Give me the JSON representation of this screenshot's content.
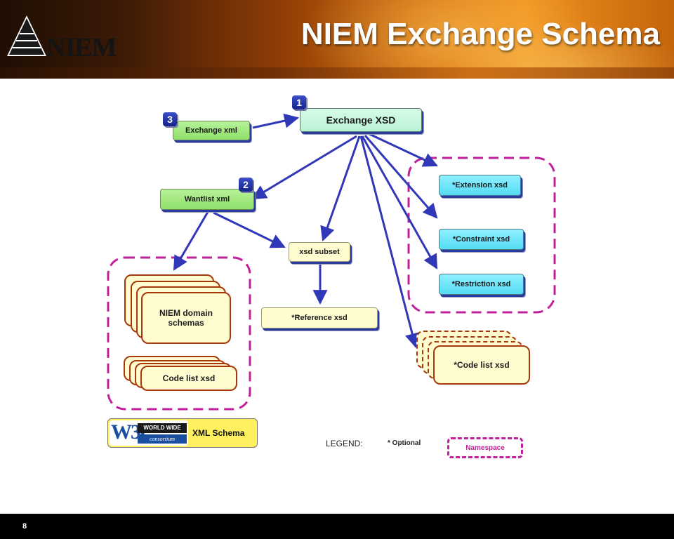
{
  "header": {
    "title": "NIEM Exchange Schema",
    "logo_text": "NIEM"
  },
  "footer": {
    "page_number": "8"
  },
  "nodes": {
    "exchange_xsd": "Exchange XSD",
    "exchange_xml": "Exchange xml",
    "wantlist_xml": "Wantlist xml",
    "extension_xsd": "*Extension xsd",
    "constraint_xsd": "*Constraint xsd",
    "restriction_xsd": "*Restriction xsd",
    "xsd_subset": "xsd subset",
    "reference_xsd": "*Reference xsd",
    "niem_domain_schemas": "NIEM domain schemas",
    "code_list_xsd": "Code list xsd",
    "code_list_xsd_optional": "*Code list xsd"
  },
  "badges": {
    "one": "1",
    "two": "2",
    "three": "3"
  },
  "w3c": {
    "logo_letters": "W3C",
    "logo_top": "WORLD WIDE WEB",
    "logo_bottom": "consortium",
    "label": "XML Schema"
  },
  "legend": {
    "label": "LEGEND:",
    "optional": "* Optional",
    "namespace": "Namespace"
  },
  "colors": {
    "arrow": "#3038b8",
    "namespace_border": "#c0209a",
    "stack_border": "#a8380a",
    "header_orange": "#d06a0e"
  }
}
